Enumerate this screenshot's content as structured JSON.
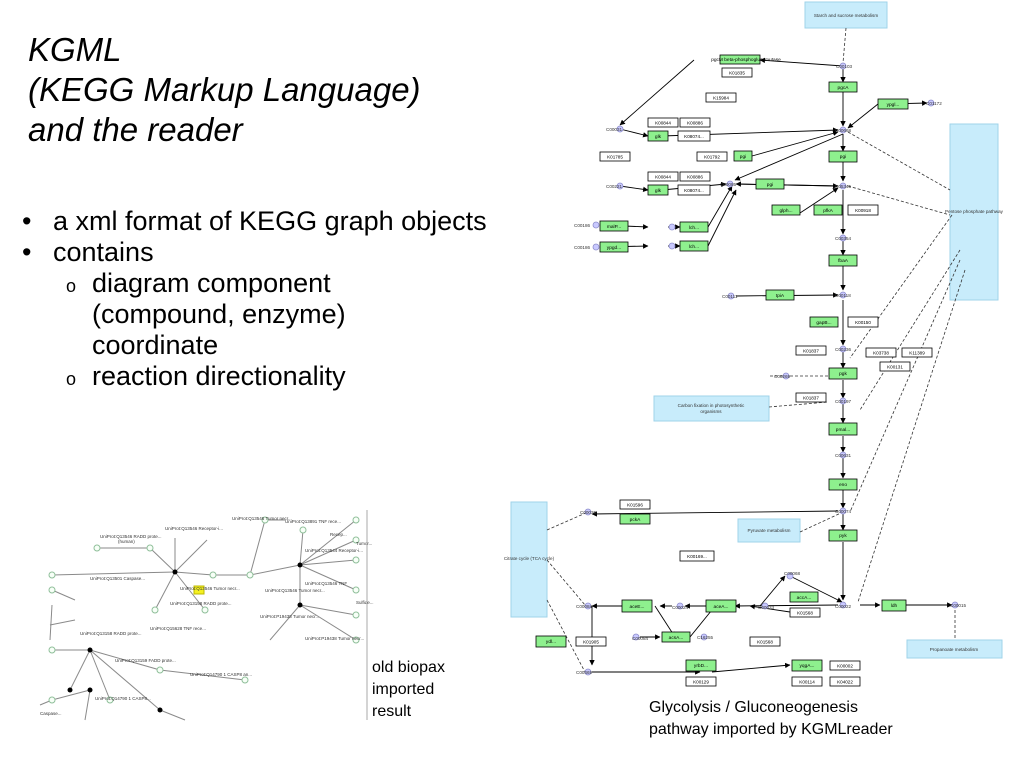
{
  "slide": {
    "title_lines": [
      "KGML",
      "(KEGG Markup Language)",
      "and the reader"
    ],
    "bullets": [
      {
        "text": "a xml format of KEGG graph objects"
      },
      {
        "text": "contains"
      }
    ],
    "sub_bullets": [
      {
        "text": "diagram component (compound, enzyme) coordinate"
      },
      {
        "text": "reaction directionality"
      }
    ],
    "sub_marker": "o",
    "caption_left": [
      "old biopax",
      "imported",
      "result"
    ],
    "caption_right": [
      "Glycolysis / Gluconeogenesis",
      "pathway imported by KGMLreader"
    ]
  },
  "pathway": {
    "maps": {
      "starch": "Starch and sucrose metabolism",
      "pentose": "Pentose phosphate pathway",
      "carbon": [
        "Carbon fixation in photosynthetic",
        "organisms"
      ],
      "pyruvate": "Pyruvate metabolism",
      "citrate": "Citrate cycle (TCA cycle)",
      "propanoate": "Propanoate metabolism"
    },
    "enzymes": {
      "pgm_label": "pgcM  beta-phosphoglucomutase",
      "pgcA": "pgcA",
      "glk1": "glk",
      "glk2": "glk",
      "ypgl": "ypgl...",
      "pgi1": "pgi",
      "pgi2": "pgi",
      "pgi3": "pgi",
      "pgi4": "pgi",
      "malP": "malP...",
      "ypgd": "ypgd...",
      "lch1": "lch...",
      "lch2": "lch...",
      "glph": "glph...",
      "pfkA": "pfkA",
      "fbaA": "fbaA",
      "tpiA": "tpiA",
      "gapB": "gapB...",
      "pgk": "pgk",
      "pmal": "pmal...",
      "eno": "eno",
      "pckA": "pckA",
      "pyk": "pyk",
      "aceE": "aceE...",
      "aceA": "aceA...",
      "accA": "accA...",
      "acsA": "acsA...",
      "ldh": "ldh",
      "yd1": "ydl...",
      "yrbD": "yrbD...",
      "yqgA": "yqgA..."
    },
    "kos": {
      "k01835": "K01835",
      "k15984": "K15984",
      "k00844a": "K00844",
      "k00886a": "K00886",
      "k08074a": "K08074...",
      "k01785": "K01785",
      "k01792": "K01792",
      "k00844b": "K00844",
      "k00886b": "K00886",
      "k08074b": "K08074...",
      "k00918": "K00918",
      "k00150": "K00150",
      "k01837a": "K01837",
      "k03738": "K03738",
      "k11389": "K11389",
      "k00131": "K00131",
      "k01837b": "K01837",
      "k01596": "K01596",
      "k00169": "K00169...",
      "k01568a": "K01568",
      "k01905": "K01905",
      "k01568b": "K01568",
      "k00129": "K00129",
      "k00114": "K00114",
      "k00002": "K00002",
      "k04022": "K04022"
    },
    "compounds": {
      "c00103": "C00103",
      "c00031": "C00031",
      "c00221": "C00221",
      "c00668": "C00668",
      "c05345": "C05345",
      "c00085": "C00085",
      "c01172": "C01172",
      "c00354": "C00354",
      "c00111": "C00111",
      "c00118": "C00118",
      "c00236": "C00236",
      "c00197": "C00197",
      "c00631": "C00631",
      "c00074": "C00074",
      "c00036": "C00036",
      "c00022": "C00022",
      "c00024": "C00024",
      "c00033": "C00033",
      "c00186": "C00186",
      "c00084": "C00084",
      "c00469": "C00469",
      "c00068": "C00068",
      "c00015": "C00015",
      "c00269": "C00269",
      "c16255": "C16255"
    }
  },
  "biopax": {
    "labels": [
      "UniProt:Q13546 RADD prote...",
      "(human)",
      "UniProt:Q13546 Receptor-i...",
      "UniProt:Q13891 TNF rece...",
      "UniProt:Q13546 Tumor necr...",
      "UniProt:Q13501 Caspase...",
      "UniProt:Q13546 Tumor necr...",
      "UniProt:Q13544 Receptor-i...",
      "UniProt:Q13546 Tumor necr...",
      "UniProt:Q13546 TNF",
      "UniProt:P19438 Tumor necr...",
      "UniProt:P19438 Tumor necr...",
      "UniProt:Q13158 RADD prote...",
      "UniProt:Q13158 RADD prote...",
      "UniProt:Q13159 FADD prote...",
      "UniProt:Q15628 TNF rece...",
      "UniProt:Q14790 1 CASP8 an...",
      "UniProt:Q14790 1 CASP8...",
      "Caspase...",
      "Sulfide...",
      "Tumor...",
      "Recep..."
    ]
  }
}
